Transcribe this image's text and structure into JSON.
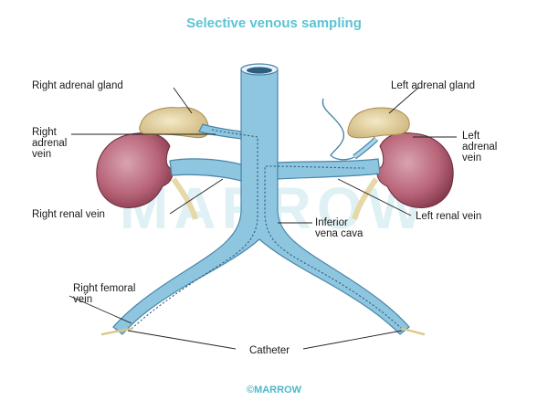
{
  "title": "Selective venous sampling",
  "watermark": "MARROW",
  "brand": "©MARROW",
  "labels": {
    "right_adrenal_gland": "Right adrenal gland",
    "left_adrenal_gland": "Left adrenal gland",
    "right_adrenal_vein_1": "Right",
    "right_adrenal_vein_2": "adrenal",
    "right_adrenal_vein_3": "vein",
    "left_adrenal_vein_1": "Left",
    "left_adrenal_vein_2": "adrenal",
    "left_adrenal_vein_3": "vein",
    "right_renal_vein": "Right renal vein",
    "left_renal_vein": "Left renal vein",
    "ivc_1": "Inferior",
    "ivc_2": "vena cava",
    "right_femoral_vein_1": "Right femoral",
    "right_femoral_vein_2": "vein",
    "catheter": "Catheter"
  },
  "colors": {
    "title": "#5cc3d3",
    "vein_fill": "#8ec5df",
    "vein_stroke": "#4a86aa",
    "kidney": "#b86478",
    "adrenal": "#e9d9a8"
  }
}
